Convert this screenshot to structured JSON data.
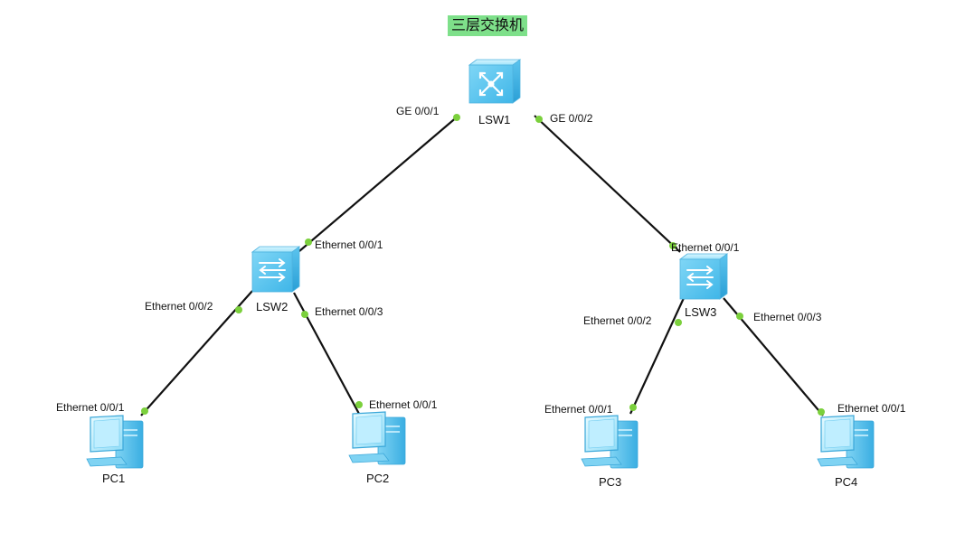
{
  "title": {
    "text": "三层交换机",
    "bg_color": "#7ee08a"
  },
  "colors": {
    "link": "#111111",
    "port_dot": "#7bd03c"
  },
  "devices": [
    {
      "id": "lsw1",
      "label": "LSW1",
      "icon": "layer3-switch-icon"
    },
    {
      "id": "lsw2",
      "label": "LSW2",
      "icon": "switch-icon"
    },
    {
      "id": "lsw3",
      "label": "LSW3",
      "icon": "switch-icon"
    },
    {
      "id": "pc1",
      "label": "PC1",
      "icon": "pc-icon"
    },
    {
      "id": "pc2",
      "label": "PC2",
      "icon": "pc-icon"
    },
    {
      "id": "pc3",
      "label": "PC3",
      "icon": "pc-icon"
    },
    {
      "id": "pc4",
      "label": "PC4",
      "icon": "pc-icon"
    }
  ],
  "links": [
    {
      "from": "lsw1",
      "to": "lsw2",
      "from_port": "GE 0/0/1",
      "to_port": "Ethernet 0/0/1"
    },
    {
      "from": "lsw1",
      "to": "lsw3",
      "from_port": "GE 0/0/2",
      "to_port": "Ethernet 0/0/1"
    },
    {
      "from": "lsw2",
      "to": "pc1",
      "from_port": "Ethernet 0/0/2",
      "to_port": "Ethernet 0/0/1"
    },
    {
      "from": "lsw2",
      "to": "pc2",
      "from_port": "Ethernet 0/0/3",
      "to_port": "Ethernet 0/0/1"
    },
    {
      "from": "lsw3",
      "to": "pc3",
      "from_port": "Ethernet 0/0/2",
      "to_port": "Ethernet 0/0/1"
    },
    {
      "from": "lsw3",
      "to": "pc4",
      "from_port": "Ethernet 0/0/3",
      "to_port": "Ethernet 0/0/1"
    }
  ]
}
